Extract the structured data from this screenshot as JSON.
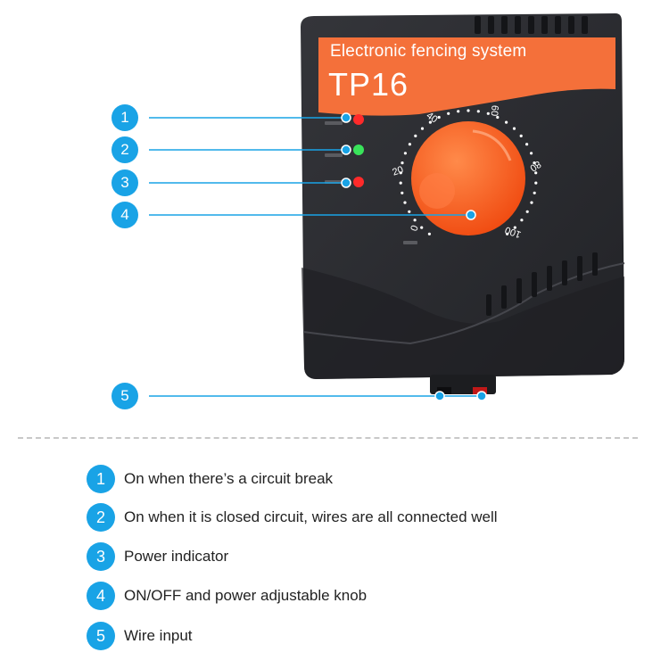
{
  "device": {
    "subtitle": "Electronic fencing system",
    "model": "TP16",
    "dial_labels": [
      "0",
      "20",
      "40",
      "60",
      "80",
      "100"
    ],
    "colors": {
      "body": "#2b2c30",
      "plate": "#f4703a",
      "knob": "#ff5a1f",
      "led_red": "#ff2a2a",
      "led_green": "#39e35a",
      "callout_line": "#19a3e6"
    }
  },
  "callouts": [
    "1",
    "2",
    "3",
    "4",
    "5"
  ],
  "legend": [
    {
      "number": "1",
      "text": "On when there’s a circuit break"
    },
    {
      "number": "2",
      "text": "On when it is closed circuit, wires are all connected well"
    },
    {
      "number": "3",
      "text": "Power indicator"
    },
    {
      "number": "4",
      "text": "ON/OFF and power adjustable knob"
    },
    {
      "number": "5",
      "text": "Wire input"
    }
  ]
}
